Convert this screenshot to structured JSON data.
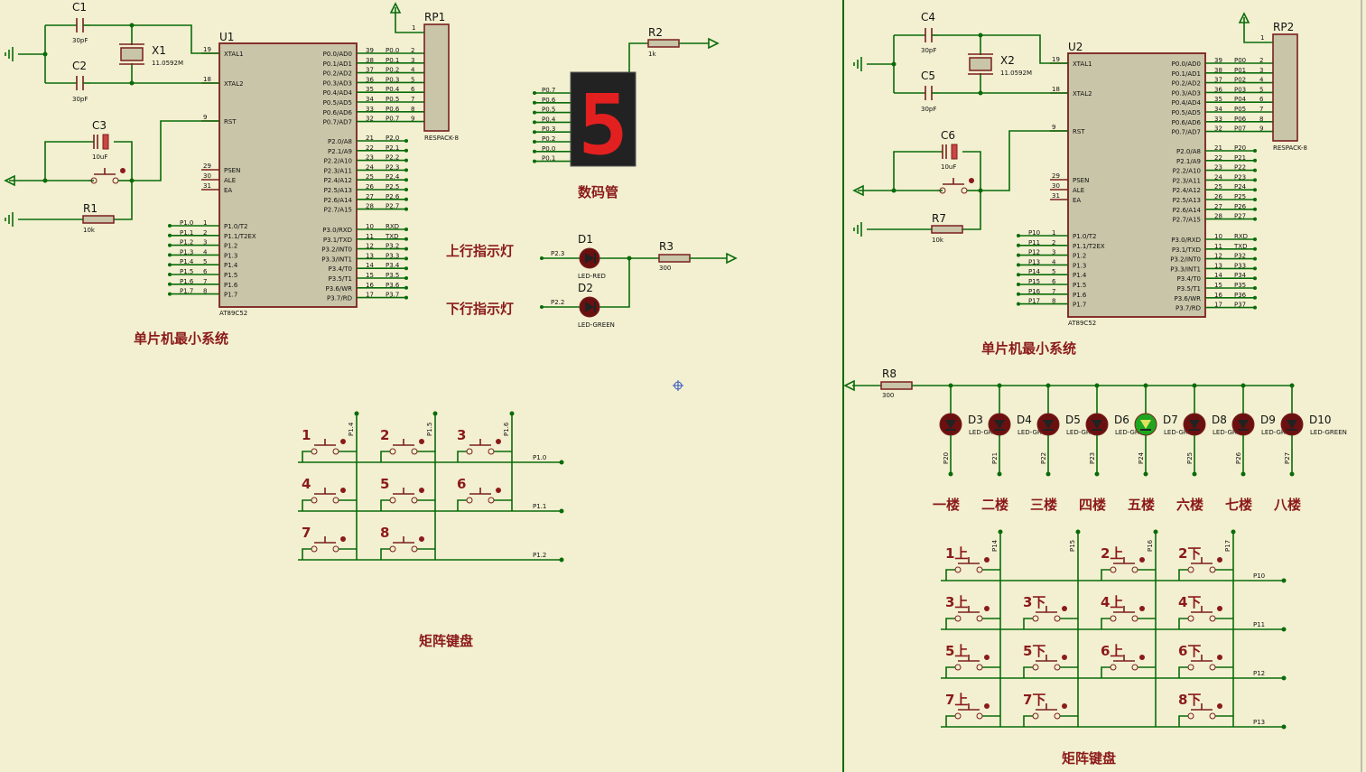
{
  "left": {
    "mcu": {
      "ref": "U1",
      "part": "AT89C52"
    },
    "caption_mcu": "单片机最小系统",
    "caption_keypad": "矩阵键盘",
    "seg": {
      "label": "数码管",
      "digit": "5",
      "pins": [
        "P0.7",
        "P0.6",
        "P0.5",
        "P0.4",
        "P0.3",
        "P0.2",
        "P0.0",
        "P0.1"
      ]
    },
    "up_label": "上行指示灯",
    "down_label": "下行指示灯",
    "D1": {
      "ref": "D1",
      "value": "LED-RED",
      "net": "P2.3"
    },
    "D2": {
      "ref": "D2",
      "value": "LED-GREEN",
      "net": "P2.2"
    },
    "R2": {
      "ref": "R2",
      "value": "1k"
    },
    "R3": {
      "ref": "R3",
      "value": "300"
    },
    "RP1": {
      "ref": "RP1",
      "value": "RESPACK-8"
    },
    "C1": {
      "ref": "C1",
      "value": "30pF"
    },
    "C2": {
      "ref": "C2",
      "value": "30pF"
    },
    "C3": {
      "ref": "C3",
      "value": "10uF"
    },
    "X1": {
      "ref": "X1",
      "value": "11.0592M"
    },
    "R1": {
      "ref": "R1",
      "value": "10k"
    },
    "keys": [
      "1",
      "2",
      "3",
      "4",
      "5",
      "6",
      "7",
      "8"
    ],
    "cols": [
      "P1.4",
      "P1.5",
      "P1.6"
    ],
    "rows": [
      "P1.0",
      "P1.1",
      "P1.2"
    ],
    "p1_nets": [
      "P1.0",
      "P1.1",
      "P1.2",
      "P1.3",
      "P1.4",
      "P1.5",
      "P1.6",
      "P1.7"
    ],
    "p0_nets": [
      "P0.0",
      "P0.1",
      "P0.2",
      "P0.3",
      "P0.4",
      "P0.5",
      "P0.6",
      "P0.7"
    ],
    "p2_nets": [
      "P2.0",
      "P2.1",
      "P2.2",
      "P2.3",
      "P2.4",
      "P2.5",
      "P2.6",
      "P2.7"
    ],
    "p3_nets": [
      "RXD",
      "TXD",
      "P3.2",
      "P3.3",
      "P3.4",
      "P3.5",
      "P3.6",
      "P3.7"
    ]
  },
  "right": {
    "mcu": {
      "ref": "U2",
      "part": "AT89C52"
    },
    "caption_mcu": "单片机最小系统",
    "caption_keypad": "矩阵键盘",
    "RP2": {
      "ref": "RP2",
      "value": "RESPACK-8"
    },
    "C4": {
      "ref": "C4",
      "value": "30pF"
    },
    "C5": {
      "ref": "C5",
      "value": "30pF"
    },
    "C6": {
      "ref": "C6",
      "value": "10uF"
    },
    "X2": {
      "ref": "X2",
      "value": "11.0592M"
    },
    "R7": {
      "ref": "R7",
      "value": "10k"
    },
    "R8": {
      "ref": "R8",
      "value": "300"
    },
    "leds": [
      {
        "ref": "D3",
        "value": "LED-GREEN",
        "net": "P20",
        "floor": "一楼"
      },
      {
        "ref": "D4",
        "value": "LED-GREEN",
        "net": "P21",
        "floor": "二楼"
      },
      {
        "ref": "D5",
        "value": "LED-GREEN",
        "net": "P22",
        "floor": "三楼"
      },
      {
        "ref": "D6",
        "value": "LED-GREEN",
        "net": "P23",
        "floor": "四楼"
      },
      {
        "ref": "D7",
        "value": "LED-GREEN",
        "net": "P24",
        "floor": "五楼"
      },
      {
        "ref": "D8",
        "value": "LED-GREEN",
        "net": "P25",
        "floor": "六楼"
      },
      {
        "ref": "D9",
        "value": "LED-GREEN",
        "net": "P26",
        "floor": "七楼"
      },
      {
        "ref": "D10",
        "value": "LED-GREEN",
        "net": "P27",
        "floor": "八楼"
      }
    ],
    "keys": [
      "1上",
      "2上",
      "2下",
      "3上",
      "3下",
      "4上",
      "4下",
      "5上",
      "5下",
      "6上",
      "6下",
      "7上",
      "7下",
      "8下"
    ],
    "cols": [
      "P14",
      "P15",
      "P16",
      "P17"
    ],
    "rows": [
      "P10",
      "P11",
      "P12",
      "P13"
    ],
    "p1_nets": [
      "P10",
      "P11",
      "P12",
      "P13",
      "P14",
      "P15",
      "P16",
      "P17"
    ],
    "p0_nets": [
      "P00",
      "P01",
      "P02",
      "P03",
      "P04",
      "P05",
      "P06",
      "P07"
    ],
    "p2_nets": [
      "P20",
      "P21",
      "P22",
      "P23",
      "P24",
      "P25",
      "P26",
      "P27"
    ],
    "p3_nets": [
      "RXD",
      "TXD",
      "P32",
      "P33",
      "P34",
      "P35",
      "P36",
      "P37"
    ]
  },
  "pins": {
    "left_names": [
      "XTAL1",
      "XTAL2",
      "RST",
      "PSEN",
      "ALE",
      "EA"
    ],
    "left_nums": [
      "19",
      "18",
      "9",
      "29",
      "30",
      "31"
    ],
    "p1_names": [
      "P1.0/T2",
      "P1.1/T2EX",
      "P1.2",
      "P1.3",
      "P1.4",
      "P1.5",
      "P1.6",
      "P1.7"
    ],
    "p1_nums": [
      "1",
      "2",
      "3",
      "4",
      "5",
      "6",
      "7",
      "8"
    ],
    "p0_names": [
      "P0.0/AD0",
      "P0.1/AD1",
      "P0.2/AD2",
      "P0.3/AD3",
      "P0.4/AD4",
      "P0.5/AD5",
      "P0.6/AD6",
      "P0.7/AD7"
    ],
    "p0_nums": [
      "39",
      "38",
      "37",
      "36",
      "35",
      "34",
      "33",
      "32"
    ],
    "p2_names": [
      "P2.0/A8",
      "P2.1/A9",
      "P2.2/A10",
      "P2.3/A11",
      "P2.4/A12",
      "P2.5/A13",
      "P2.6/A14",
      "P2.7/A15"
    ],
    "p2_nums": [
      "21",
      "22",
      "23",
      "24",
      "25",
      "26",
      "27",
      "28"
    ],
    "p3_names": [
      "P3.0/RXD",
      "P3.1/TXD",
      "P3.2/INT0",
      "P3.3/INT1",
      "P3.4/T0",
      "P3.5/T1",
      "P3.6/WR",
      "P3.7/RD"
    ],
    "p3_nums": [
      "10",
      "11",
      "12",
      "13",
      "14",
      "15",
      "16",
      "17"
    ],
    "rp_nums": [
      "1",
      "2",
      "3",
      "4",
      "5",
      "6",
      "7",
      "8",
      "9"
    ]
  }
}
